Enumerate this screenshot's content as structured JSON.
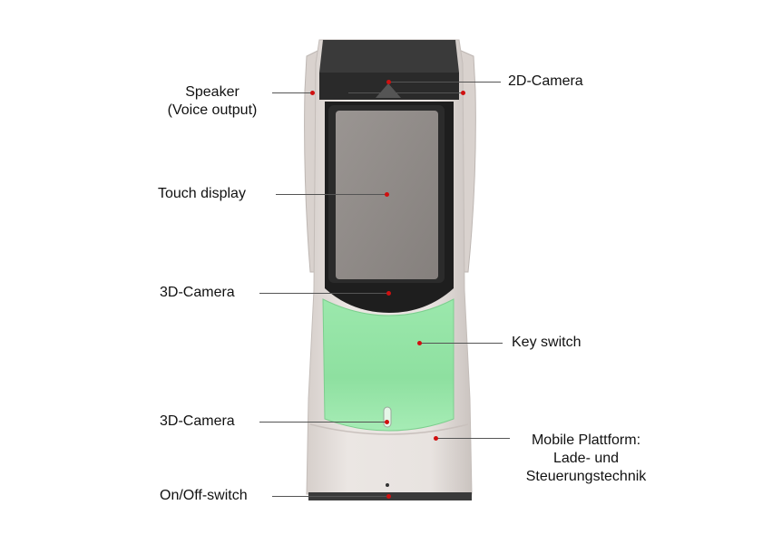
{
  "callouts": {
    "speaker": {
      "line1": "Speaker",
      "line2": "(Voice output)"
    },
    "camera_2d": "2D-Camera",
    "touch_display": "Touch display",
    "camera_3d_top": "3D-Camera",
    "key_switch": "Key switch",
    "camera_3d_bottom": "3D-Camera",
    "mobile_platform": {
      "line1": "Mobile Plattform:",
      "line2": "Lade- und",
      "line3": "Steuerungstechnik"
    },
    "on_off_switch": "On/Off-switch"
  },
  "colors": {
    "shell": "#e4dedb",
    "shell_shadow": "#cfc8c4",
    "top_cap": "#3a3a3a",
    "screen_bezel": "#1e1e1e",
    "screen": "#8f8a87",
    "glow_panel": "#8fe3a2",
    "marker": "#d01010",
    "leader_line": "#555555"
  }
}
